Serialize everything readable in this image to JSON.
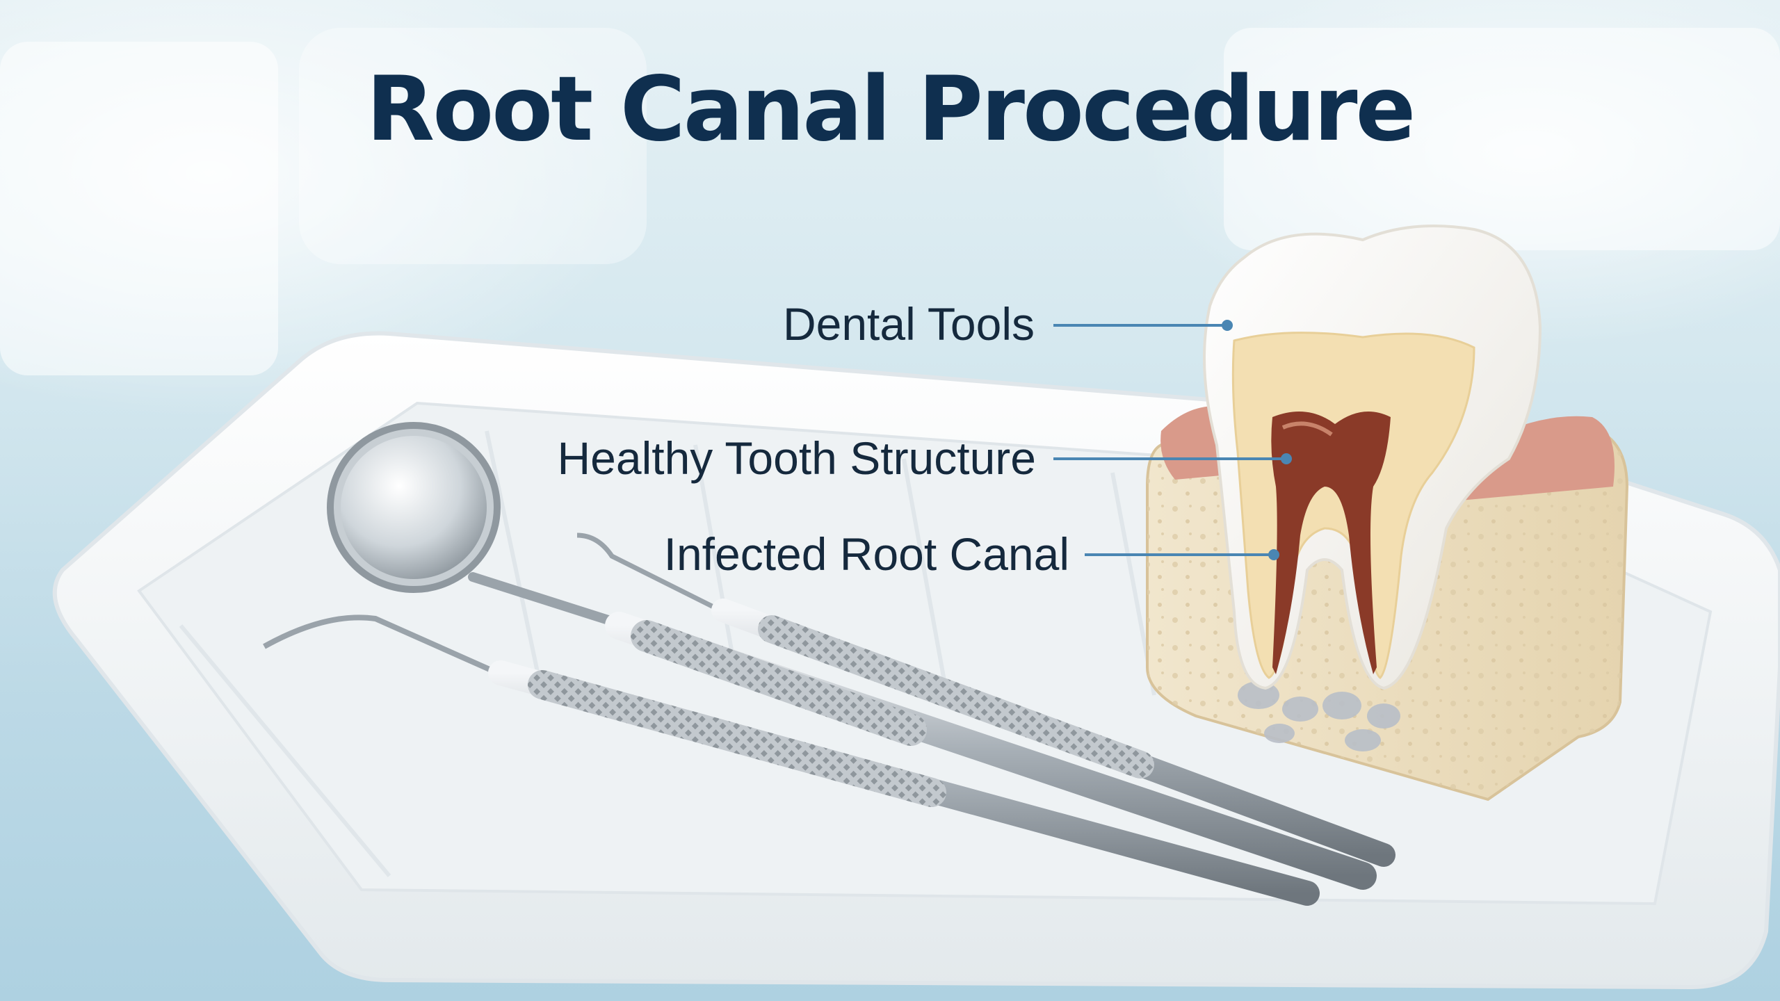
{
  "title": "Root Canal Procedure",
  "callouts": {
    "dental_tools": "Dental Tools",
    "healthy_tooth_structure": "Healthy Tooth Structure",
    "infected_root_canal": "Infected Root Canal"
  },
  "colors": {
    "title": "#0f2f4f",
    "callout_text": "#15293d",
    "leader_line": "#4a86b3",
    "background": "#cfe3ec",
    "tray": "#f7f8f8",
    "gum": "#d99a8a",
    "pulp": "#8a3a28",
    "dentin": "#f3dfb2",
    "enamel": "#fbfaf6",
    "bone": "#efe2c6"
  }
}
